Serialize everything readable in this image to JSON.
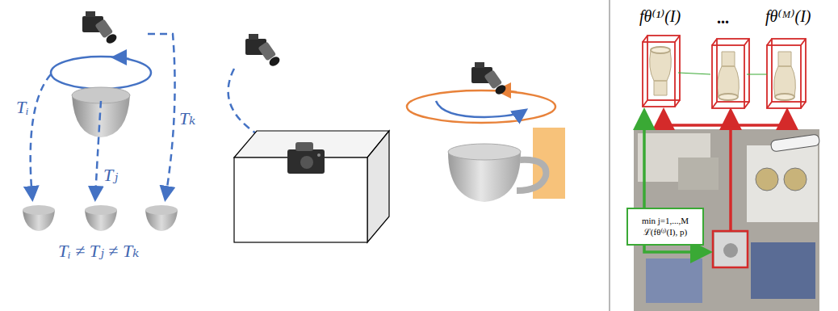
{
  "diagram": {
    "nodes": [
      {
        "text": [
          "min j=1,...,M ℒ(fθ⁽ʲ⁾(I), p)"
        ]
      }
    ],
    "edges": [],
    "labels": [
      "Tᵢ",
      "Tⱼ",
      "Tₖ",
      "Tᵢ ≠ Tⱼ ≠ Tₖ",
      "fθ⁽¹⁾(I)",
      "...",
      "fθ⁽ᴹ⁾(I)"
    ]
  }
}
